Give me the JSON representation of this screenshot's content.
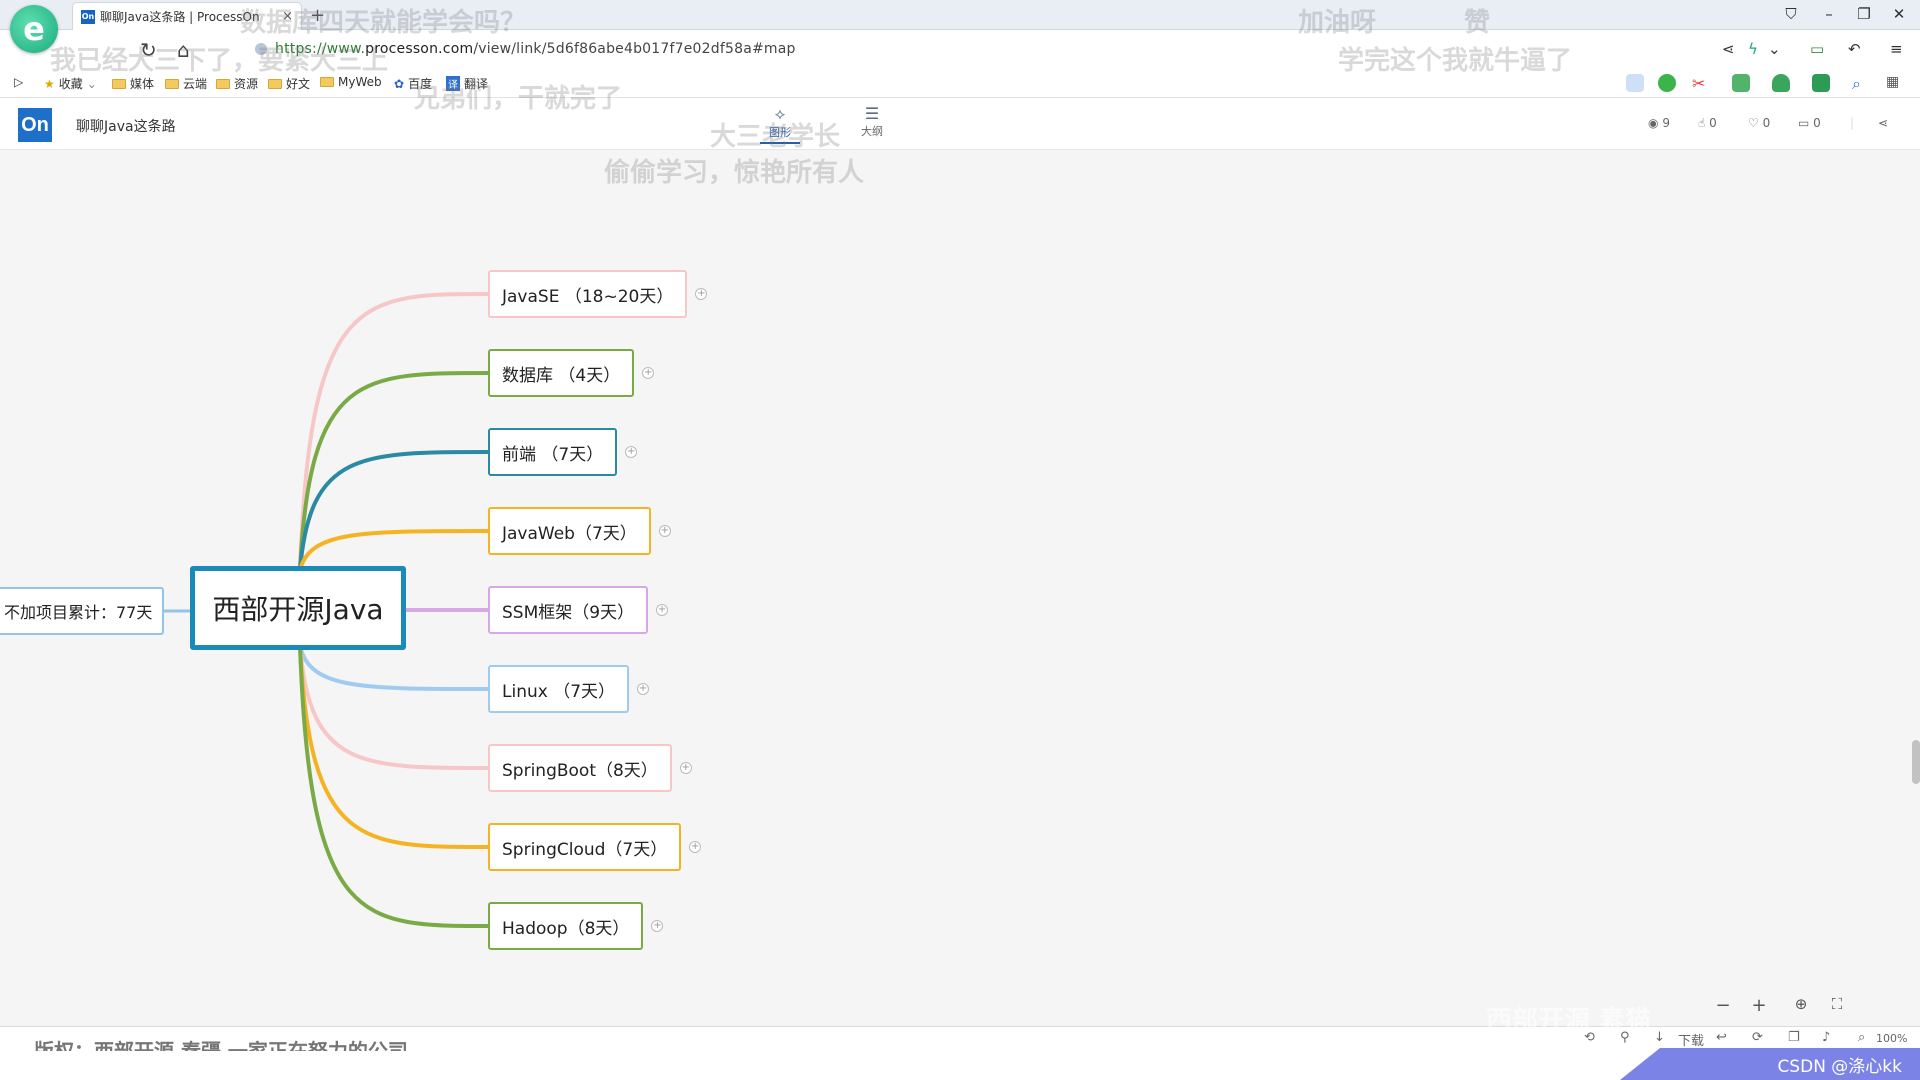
{
  "browser": {
    "tab_title": "聊聊Java这条路 | ProcessOn",
    "tab_favicon": "On",
    "tab_close": "×",
    "new_tab": "+",
    "url_prefix": "https://www.",
    "url_domain": "processon.com",
    "url_rest": "/view/link/5d6f86abe4b017f7e02df58a#map",
    "bookmarks": [
      "收藏",
      "媒体",
      "云端",
      "资源",
      "好文",
      "MyWeb",
      "百度",
      "翻译"
    ]
  },
  "app": {
    "logo": "On",
    "doc_title": "聊聊Java这条路",
    "view_tabs": [
      {
        "label": "图形",
        "icon": "map-icon"
      },
      {
        "label": "大纲",
        "icon": "outline-icon"
      }
    ],
    "stats": {
      "views": "9",
      "likes": "0",
      "favorites": "0",
      "comments": "0"
    }
  },
  "mindmap": {
    "root": "西部开源Java",
    "side_node": "不加项目累计：77天",
    "side_color": "#93c4e8",
    "root_color": "#1a8bb9",
    "children": [
      {
        "label": "JavaSE （18~20天）",
        "color": "#f7c6c6"
      },
      {
        "label": "数据库 （4天）",
        "color": "#7aaa45"
      },
      {
        "label": "前端 （7天）",
        "color": "#2a8aa3"
      },
      {
        "label": "JavaWeb（7天）",
        "color": "#f5b324"
      },
      {
        "label": "SSM框架（9天）",
        "color": "#d7a8e4"
      },
      {
        "label": "Linux （7天）",
        "color": "#9fcbf1"
      },
      {
        "label": "SpringBoot（8天）",
        "color": "#f7c6c6"
      },
      {
        "label": "SpringCloud（7天）",
        "color": "#f5b324"
      },
      {
        "label": "Hadoop（8天）",
        "color": "#7aaa45"
      }
    ]
  },
  "zoom": "100%",
  "watermark": "CSDN @涤心kk",
  "danmaku": [
    "数据库四天就能学会吗？",
    "加油呀",
    "赞",
    "我已经大三下了，要紧大三上",
    "学完这个我就牛逼了",
    "兄弟们，干就完了",
    "大三老学长",
    "偷偷学习，惊艳所有人",
    "西部开源 素猫"
  ],
  "bottom_caption": "版权：西部开源 秦疆 一家正在努力的公司"
}
